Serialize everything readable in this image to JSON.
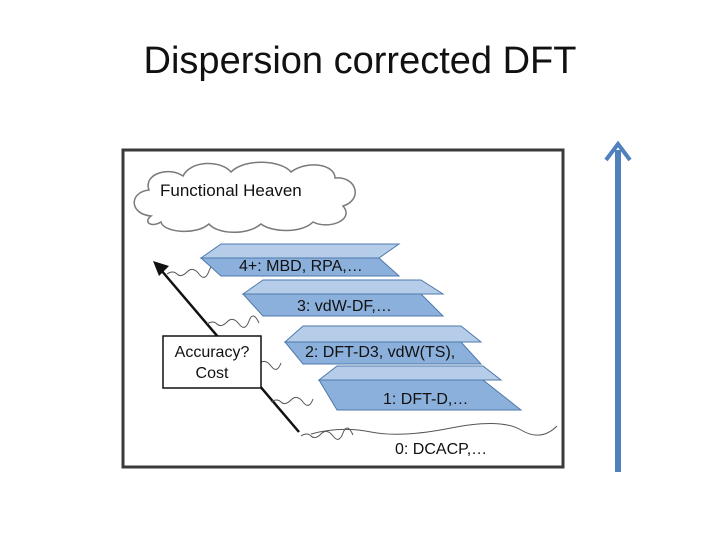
{
  "title": "Dispersion corrected DFT",
  "diagram": {
    "cloud_label": "Functional Heaven",
    "axis_label_line1": "Accuracy?",
    "axis_label_line2": "Cost",
    "rungs": [
      {
        "label": "4+: MBD, RPA,…"
      },
      {
        "label": "3: vdW-DF,…"
      },
      {
        "label_line1": "2: DFT-D3, vdW(TS),",
        "label_line2": "…"
      },
      {
        "label": "1: DFT-D,…"
      },
      {
        "label": "0: DCACP,…"
      }
    ]
  },
  "colors": {
    "slab_top": "#a7c3e6",
    "slab_front": "#7ea7d8",
    "slab_edge": "#4e79ab",
    "big_arrow": "#4f81bd",
    "frame": "#3a3a3a"
  }
}
